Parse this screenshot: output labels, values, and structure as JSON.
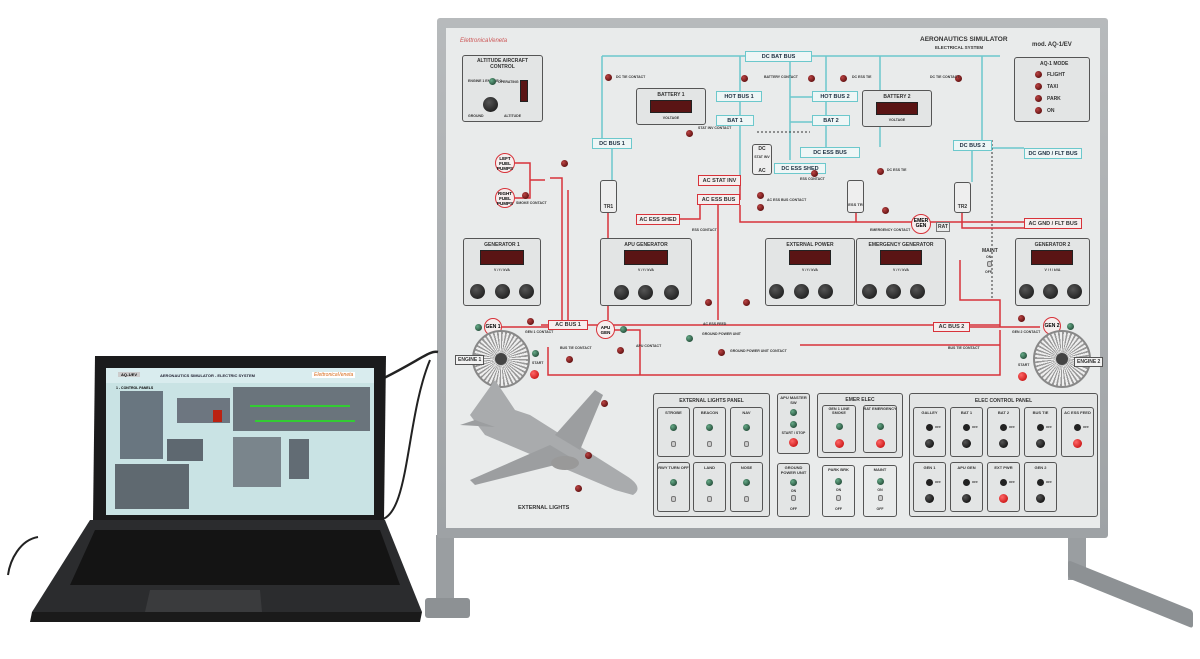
{
  "panel": {
    "brand": "ElettronicaVeneta",
    "title": "AERONAUTICS SIMULATOR",
    "subtitle": "ELECTRICAL SYSTEM",
    "model": "mod. AQ-1/EV",
    "altitude_control": {
      "title": "ALTITUDE AIRCRAFT CONTROL",
      "engine": "ENGINE 1 ENGINE 2",
      "operating": "OPERATING",
      "ground": "GROUND",
      "altitude": "ALTITUDE"
    },
    "mode": {
      "title": "AQ-1 MODE",
      "items": [
        "FLIGHT",
        "TAXI",
        "PARK",
        "ON"
      ]
    },
    "buses": {
      "dc_bat": "DC BAT BUS",
      "hot1": "HOT BUS 1",
      "hot2": "HOT BUS 2",
      "bat1": "BAT 1",
      "bat2": "BAT 2",
      "dc1": "DC BUS 1",
      "dc2": "DC BUS 2",
      "dc_ess": "DC ESS BUS",
      "dc_ess_shed": "DC ESS SHED",
      "dc_gnd": "DC GND / FLT BUS",
      "ac_stat_inv": "AC STAT INV",
      "ac_ess": "AC ESS BUS",
      "ac_ess_shed": "AC ESS SHED",
      "ac_gnd": "AC GND / FLT BUS",
      "ac1": "AC BUS 1",
      "ac2": "AC BUS 2"
    },
    "battery1": {
      "title": "BATTERY 1",
      "label": "VOLTAGE"
    },
    "battery2": {
      "title": "BATTERY 2",
      "label": "VOLTAGE"
    },
    "converters": {
      "dc": "DC",
      "stat_inv": "STAT INV",
      "ac": "AC",
      "tr1": "TR1",
      "tr2": "TR2",
      "ess_tr": "ESS TR"
    },
    "contacts": {
      "dc_tie": "DC TIE CONTACT",
      "battery": "BATTERY CONTACT",
      "dc_ess_tie": "DC ESS TIE",
      "stat_inv": "STAT INV CONTACT",
      "ess": "ESS CONTACT",
      "ac_ess_bus": "AC ESS BUS CONTACT",
      "emergency": "EMERGENCY CONTACT",
      "smoke": "SMOKE CONTACT",
      "gen1": "GEN 1 CONTACT",
      "gen2": "GEN 2 CONTACT",
      "bus_tie": "BUS TIE CONTACT",
      "apu": "APU CONTACT",
      "ac_ess_feed": "AC ESS FEED",
      "gpu": "GROUND POWER UNIT CONTACT",
      "ground_power": "GROUND POWER UNIT"
    },
    "pumps": {
      "left": "LEFT FUEL PUMPS",
      "right": "RIGHT FUEL PUMPS"
    },
    "emer_gen": "EMER GEN",
    "rat": "RAT",
    "maint": {
      "title": "MAINT",
      "on": "ON",
      "off": "OFF"
    },
    "generators": [
      {
        "title": "GENERATOR 1",
        "label": "V / f / kVA"
      },
      {
        "title": "APU GENERATOR",
        "label": "V / f / kVA"
      },
      {
        "title": "EXTERNAL POWER",
        "label": "V / f / kVA"
      },
      {
        "title": "EMERGENCY GENERATOR",
        "label": "V / f / kVA"
      },
      {
        "title": "GENERATOR 2",
        "label": "V / f / kVA"
      }
    ],
    "gen_circles": {
      "gen1": "GEN 1",
      "gen2": "GEN 2",
      "apu": "APU GEN"
    },
    "engines": {
      "e1": "ENGINE 1",
      "e2": "ENGINE 2",
      "start": "START"
    },
    "external_lights": "EXTERNAL LIGHTS",
    "ext_lights_panel": {
      "title": "EXTERNAL LIGHTS PANEL",
      "items": [
        "STROBE",
        "BEACON",
        "NAV",
        "RWY TURN OFF",
        "LAND",
        "NOSE"
      ]
    },
    "apu_master": {
      "title": "APU MASTER SW",
      "start_stop": "START / STOP"
    },
    "gpu_panel": {
      "title": "GROUND POWER UNIT",
      "on": "ON",
      "off": "OFF"
    },
    "emer_elec": {
      "title": "EMER ELEC",
      "items": [
        "GEN 1 LINE SMOKE",
        "RAT EMERGENCY"
      ]
    },
    "park_brk": {
      "title": "PARK BRK",
      "on": "ON",
      "off": "OFF"
    },
    "maint_panel": {
      "title": "MAINT",
      "on": "ON",
      "off": "OFF"
    },
    "elec_control": {
      "title": "ELEC CONTROL PANEL",
      "items": [
        "GALLEY",
        "BAT 1",
        "BAT 2",
        "BUS TIE",
        "AC ESS FEED",
        "GEN 1",
        "APU GEN",
        "EXT PWR",
        "GEN 2"
      ],
      "off": "OFF"
    }
  },
  "laptop": {
    "app_title": "AERONAUTICS SIMULATOR - ELECTRIC SYSTEM",
    "model": "AQ-1/EV",
    "section": "1 - CONTROL PANELS",
    "brand": "ElettronicaVeneta"
  },
  "colors": {
    "wire_red": "#d7333a",
    "wire_cyan": "#6cc8cc",
    "panel": "#e9ebeb"
  }
}
